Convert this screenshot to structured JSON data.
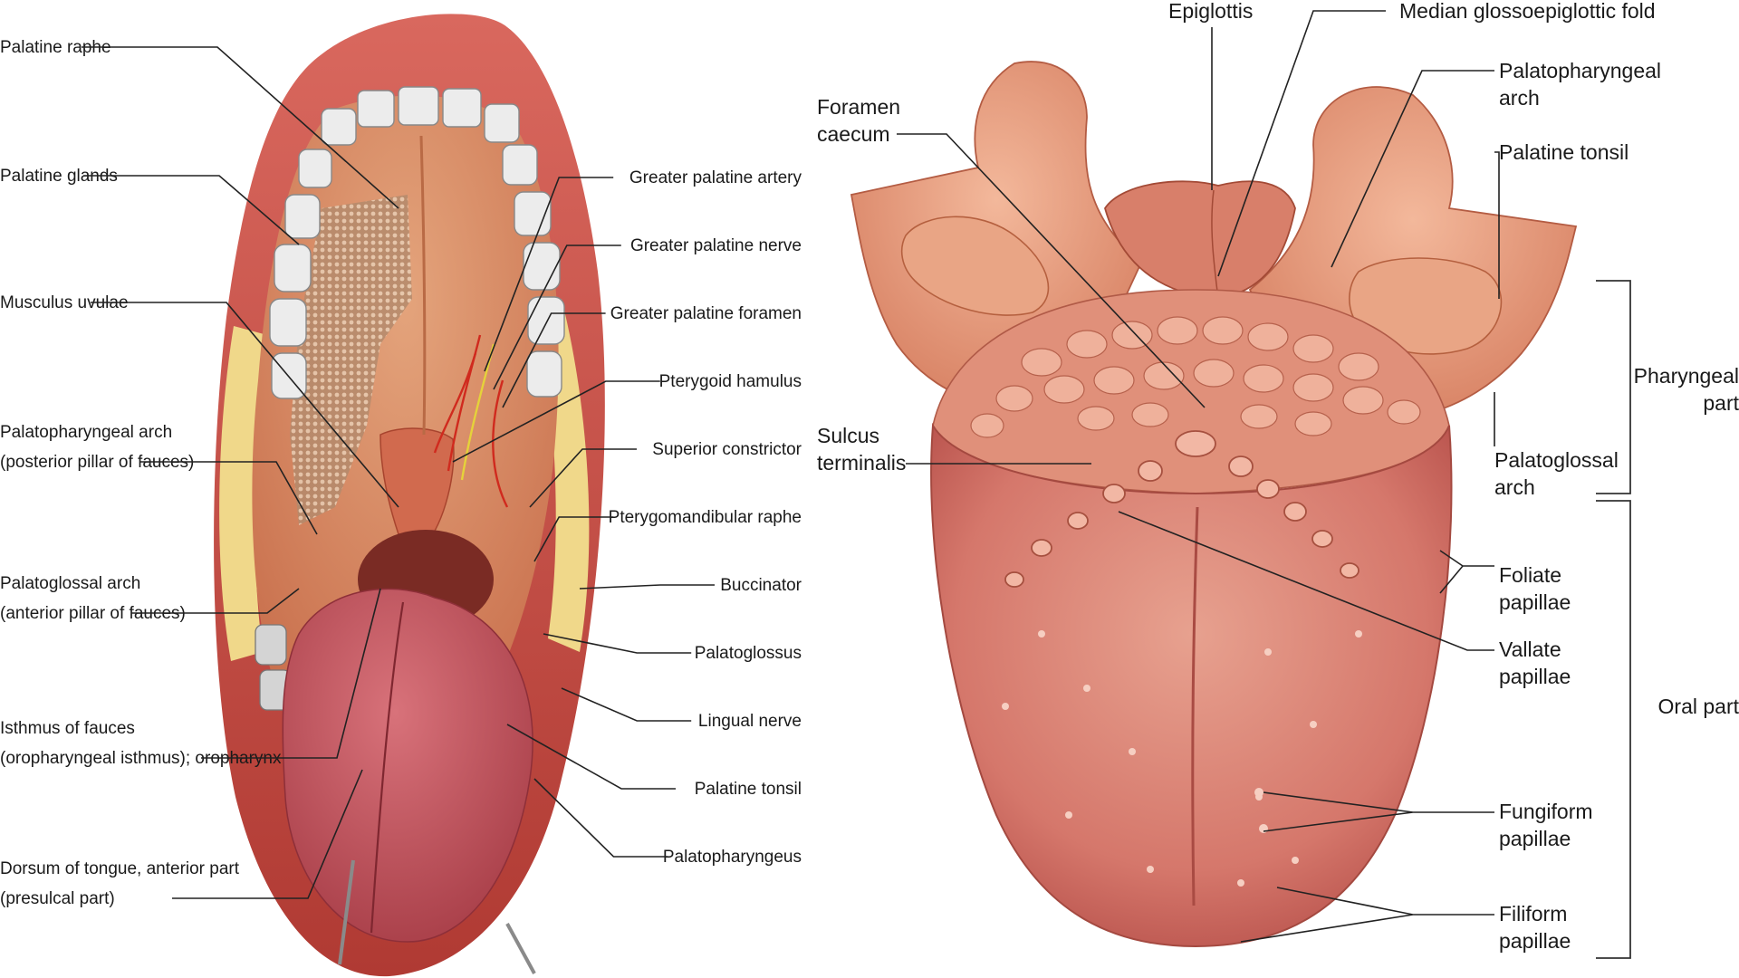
{
  "left_figure": {
    "labels_left": [
      {
        "lines": [
          "Palatine raphe"
        ]
      },
      {
        "lines": [
          "Palatine glands"
        ]
      },
      {
        "lines": [
          "Musculus uvulae"
        ]
      },
      {
        "lines": [
          "Palatopharyngeal arch",
          "(posterior pillar of fauces)"
        ]
      },
      {
        "lines": [
          "Palatoglossal arch",
          "(anterior pillar of fauces)"
        ]
      },
      {
        "lines": [
          "Isthmus of fauces",
          "(oropharyngeal isthmus); oropharynx"
        ]
      },
      {
        "lines": [
          "Dorsum of tongue, anterior part",
          "(presulcal part)"
        ]
      }
    ],
    "labels_right": [
      {
        "lines": [
          "Greater palatine artery"
        ]
      },
      {
        "lines": [
          "Greater palatine nerve"
        ]
      },
      {
        "lines": [
          "Greater palatine foramen"
        ]
      },
      {
        "lines": [
          "Pterygoid hamulus"
        ]
      },
      {
        "lines": [
          "Superior constrictor"
        ]
      },
      {
        "lines": [
          "Pterygomandibular raphe"
        ]
      },
      {
        "lines": [
          "Buccinator"
        ]
      },
      {
        "lines": [
          "Palatoglossus"
        ]
      },
      {
        "lines": [
          "Lingual nerve"
        ]
      },
      {
        "lines": [
          "Palatine tonsil"
        ]
      },
      {
        "lines": [
          "Palatopharyngeus"
        ]
      }
    ]
  },
  "right_figure": {
    "labels": [
      {
        "lines": [
          "Epiglottis"
        ]
      },
      {
        "lines": [
          "Median glossoepiglottic fold"
        ]
      },
      {
        "lines": [
          "Foramen",
          "caecum"
        ]
      },
      {
        "lines": [
          "Palatopharyngeal",
          "arch"
        ]
      },
      {
        "lines": [
          "Palatine tonsil"
        ]
      },
      {
        "lines": [
          "Sulcus",
          "terminalis"
        ]
      },
      {
        "lines": [
          "Palatoglossal",
          "arch"
        ]
      },
      {
        "lines": [
          "Foliate",
          "papillae"
        ]
      },
      {
        "lines": [
          "Vallate",
          "papillae"
        ]
      },
      {
        "lines": [
          "Fungiform",
          "papillae"
        ]
      },
      {
        "lines": [
          "Filiform",
          "papillae"
        ]
      }
    ],
    "regions": [
      {
        "lines": [
          "Pharyngeal",
          "part"
        ]
      },
      {
        "lines": [
          "Oral part"
        ]
      }
    ]
  },
  "colors": {
    "lip": "#c0443b",
    "mucosa": "#d97a5e",
    "tongue": "#c95a5a",
    "tongue_light": "#e59a86",
    "teeth": "#e8e8e8",
    "fat": "#f2dc8a",
    "pharynx": "#e79b7e",
    "leader": "#222222"
  }
}
